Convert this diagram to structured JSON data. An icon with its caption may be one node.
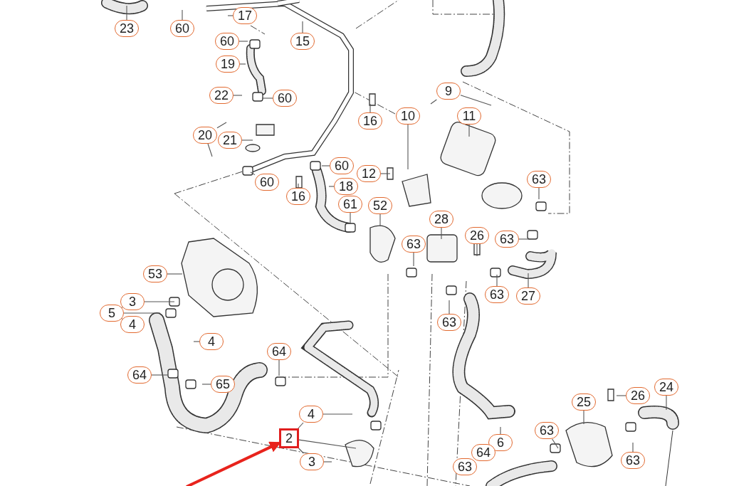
{
  "diagram": {
    "nodes": [
      {
        "text": [
          "23"
        ]
      },
      {
        "text": [
          "60"
        ]
      },
      {
        "text": [
          "17"
        ]
      },
      {
        "text": [
          "60"
        ]
      },
      {
        "text": [
          "15"
        ]
      },
      {
        "text": [
          "19"
        ]
      },
      {
        "text": [
          "22"
        ]
      },
      {
        "text": [
          "60"
        ]
      },
      {
        "text": [
          "16"
        ]
      },
      {
        "text": [
          "20"
        ]
      },
      {
        "text": [
          "21"
        ]
      },
      {
        "text": [
          "9"
        ]
      },
      {
        "text": [
          "10"
        ]
      },
      {
        "text": [
          "11"
        ]
      },
      {
        "text": [
          "12"
        ]
      },
      {
        "text": [
          "60"
        ]
      },
      {
        "text": [
          "60"
        ]
      },
      {
        "text": [
          "16"
        ]
      },
      {
        "text": [
          "18"
        ]
      },
      {
        "text": [
          "61"
        ]
      },
      {
        "text": [
          "52"
        ]
      },
      {
        "text": [
          "63"
        ]
      },
      {
        "text": [
          "28"
        ]
      },
      {
        "text": [
          "26"
        ]
      },
      {
        "text": [
          "63"
        ]
      },
      {
        "text": [
          "63"
        ]
      },
      {
        "text": [
          "53"
        ]
      },
      {
        "text": [
          "3"
        ]
      },
      {
        "text": [
          "5"
        ]
      },
      {
        "text": [
          "4"
        ]
      },
      {
        "text": [
          "63"
        ]
      },
      {
        "text": [
          "27"
        ]
      },
      {
        "text": [
          "63"
        ]
      },
      {
        "text": [
          "4"
        ]
      },
      {
        "text": [
          "64"
        ]
      },
      {
        "text": [
          "64"
        ]
      },
      {
        "text": [
          "65"
        ]
      },
      {
        "text": [
          "24"
        ]
      },
      {
        "text": [
          "26"
        ]
      },
      {
        "text": [
          "25"
        ]
      },
      {
        "text": [
          "4"
        ]
      },
      {
        "text": [
          "2"
        ]
      },
      {
        "text": [
          "6"
        ]
      },
      {
        "text": [
          "63"
        ]
      },
      {
        "text": [
          "63"
        ]
      },
      {
        "text": [
          "64"
        ]
      },
      {
        "text": [
          "63"
        ]
      },
      {
        "text": [
          "3"
        ]
      }
    ],
    "edges": [
      {
        "from": 0,
        "to": null,
        "arrow": "none"
      },
      {
        "from": 1,
        "to": null,
        "arrow": "none"
      },
      {
        "from": 2,
        "to": null,
        "arrow": "none"
      },
      {
        "from": 3,
        "to": null,
        "arrow": "none"
      },
      {
        "from": 4,
        "to": null,
        "arrow": "none"
      },
      {
        "from": 5,
        "to": null,
        "arrow": "none"
      },
      {
        "from": 6,
        "to": null,
        "arrow": "none"
      },
      {
        "from": 7,
        "to": null,
        "arrow": "none"
      },
      {
        "from": 8,
        "to": null,
        "arrow": "none"
      },
      {
        "from": 9,
        "to": null,
        "arrow": "none"
      },
      {
        "from": 9,
        "to": null,
        "arrow": "none"
      },
      {
        "from": 10,
        "to": null,
        "arrow": "none"
      },
      {
        "from": 11,
        "to": null,
        "arrow": "none"
      },
      {
        "from": 11,
        "to": null,
        "arrow": "none"
      },
      {
        "from": 12,
        "to": null,
        "arrow": "none"
      },
      {
        "from": 13,
        "to": null,
        "arrow": "none"
      },
      {
        "from": 14,
        "to": null,
        "arrow": "none"
      },
      {
        "from": 15,
        "to": null,
        "arrow": "none"
      },
      {
        "from": 16,
        "to": null,
        "arrow": "none"
      },
      {
        "from": 17,
        "to": null,
        "arrow": "none"
      },
      {
        "from": 18,
        "to": null,
        "arrow": "none"
      },
      {
        "from": 19,
        "to": null,
        "arrow": "none"
      },
      {
        "from": 20,
        "to": null,
        "arrow": "none"
      },
      {
        "from": 21,
        "to": null,
        "arrow": "none"
      },
      {
        "from": 22,
        "to": null,
        "arrow": "none"
      },
      {
        "from": 23,
        "to": null,
        "arrow": "none"
      },
      {
        "from": 24,
        "to": null,
        "arrow": "none"
      },
      {
        "from": 25,
        "to": null,
        "arrow": "none"
      },
      {
        "from": 26,
        "to": null,
        "arrow": "none"
      },
      {
        "from": 27,
        "to": null,
        "arrow": "none"
      },
      {
        "from": 28,
        "to": 27,
        "arrow": "none"
      },
      {
        "from": 28,
        "to": 29,
        "arrow": "none"
      },
      {
        "from": 28,
        "to": null,
        "arrow": "none"
      },
      {
        "from": 30,
        "to": null,
        "arrow": "none"
      },
      {
        "from": 31,
        "to": null,
        "arrow": "none"
      },
      {
        "from": 32,
        "to": null,
        "arrow": "none"
      },
      {
        "from": 33,
        "to": null,
        "arrow": "none"
      },
      {
        "from": 34,
        "to": null,
        "arrow": "none"
      },
      {
        "from": 35,
        "to": null,
        "arrow": "none"
      },
      {
        "from": 36,
        "to": null,
        "arrow": "none"
      },
      {
        "from": 37,
        "to": null,
        "arrow": "none"
      },
      {
        "from": 38,
        "to": null,
        "arrow": "none"
      },
      {
        "from": 39,
        "to": null,
        "arrow": "none"
      },
      {
        "from": 40,
        "to": null,
        "arrow": "none"
      },
      {
        "from": 41,
        "to": 40,
        "arrow": "none"
      },
      {
        "from": 41,
        "to": 47,
        "arrow": "none"
      },
      {
        "from": 41,
        "to": null,
        "arrow": "none"
      },
      {
        "from": 42,
        "to": null,
        "arrow": "none"
      },
      {
        "from": 43,
        "to": null,
        "arrow": "none"
      },
      {
        "from": 44,
        "to": null,
        "arrow": "none"
      },
      {
        "from": 47,
        "to": null,
        "arrow": "none"
      },
      {
        "from": null,
        "to": 41,
        "arrow": "to",
        "style": "thick",
        "color": "#e8231c"
      }
    ]
  }
}
